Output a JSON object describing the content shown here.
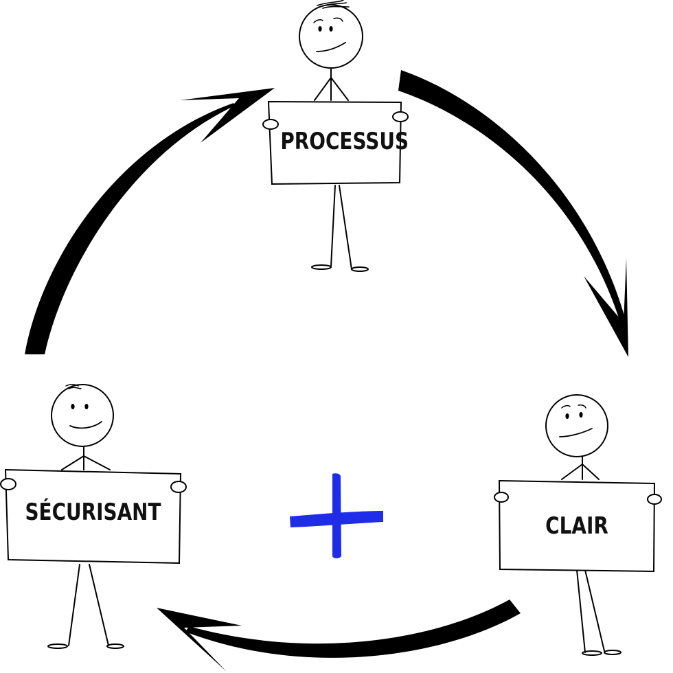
{
  "diagram": {
    "type": "cycle",
    "direction": "clockwise",
    "figures": [
      {
        "id": "top",
        "sign_text": "PROCESSUS"
      },
      {
        "id": "bottom-right",
        "sign_text": "CLAIR"
      },
      {
        "id": "bottom-left",
        "sign_text": "SÉCURISANT"
      }
    ],
    "center_symbol": {
      "glyph": "+",
      "color": "#1f2de8"
    },
    "arrows": [
      {
        "from": "PROCESSUS",
        "to": "CLAIR"
      },
      {
        "from": "CLAIR",
        "to": "SÉCURISANT"
      },
      {
        "from": "SÉCURISANT",
        "to": "PROCESSUS"
      }
    ],
    "colors": {
      "ink": "#000000",
      "background": "#ffffff",
      "plus": "#1f2de8"
    }
  }
}
